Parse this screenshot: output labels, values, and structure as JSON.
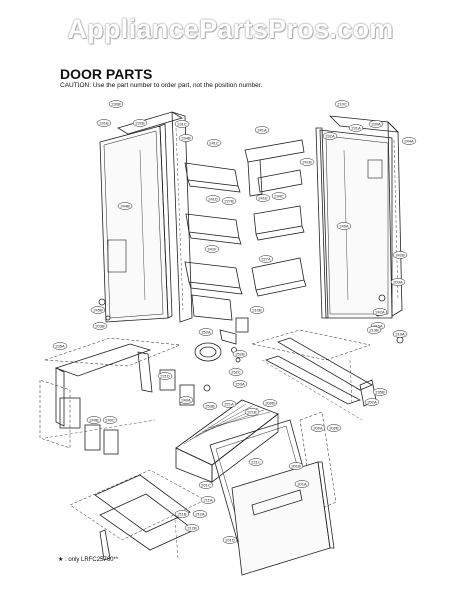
{
  "watermark": "AppliancePartsPros.com",
  "heading": {
    "title": "DOOR PARTS",
    "caution": "CAUTION: Use the part number to order part, not the position number."
  },
  "footnote": "★ : only LRFC25760**",
  "callouts": [
    "230B",
    "231B",
    "232B",
    "231C",
    "234B",
    "241A",
    "241B",
    "241C",
    "241D",
    "241E",
    "241F",
    "227A",
    "227B",
    "234C",
    "232A",
    "231A",
    "230A",
    "210C",
    "244A",
    "244B",
    "245A",
    "245B",
    "242A",
    "242B",
    "203A",
    "203B",
    "213A",
    "213B",
    "210A",
    "210B",
    "252A",
    "252B",
    "252C",
    "253A",
    "253B",
    "221A",
    "221B",
    "221C",
    "221D",
    "240A",
    "240B",
    "240C",
    "235A",
    "235B",
    "202A",
    "202B",
    "200A",
    "200B",
    "201A",
    "201B",
    "201C",
    "201D",
    "211A",
    "211B",
    "212A",
    "212B"
  ]
}
